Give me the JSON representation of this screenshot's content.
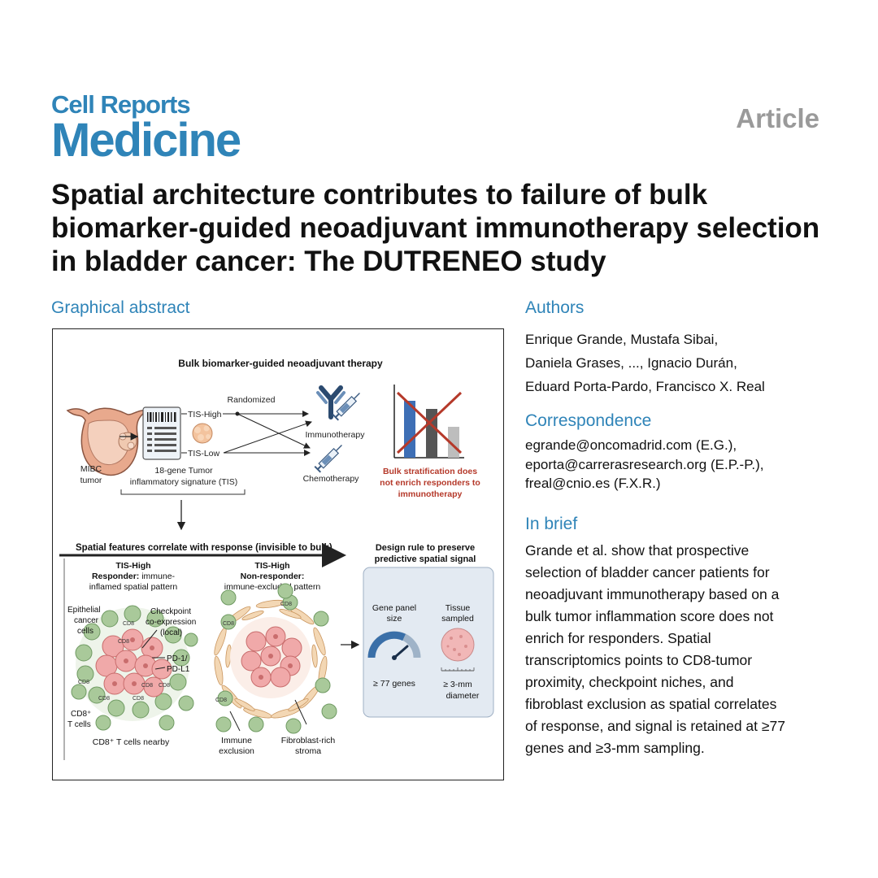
{
  "journal": {
    "line1": "Cell Reports",
    "line2": "Medicine"
  },
  "article_label": "Article",
  "title": "Spatial architecture contributes to failure of bulk biomarker-guided neoadjuvant immunotherapy selection in bladder cancer: The DUTRENEO study",
  "sections": {
    "graphical_abstract": "Graphical abstract",
    "authors": "Authors",
    "correspondence": "Correspondence",
    "in_brief": "In brief"
  },
  "authors": [
    "Enrique Grande, Mustafa Sibai,",
    "Daniela Grases, ..., Ignacio Durán,",
    "Eduard Porta-Pardo, Francisco X. Real"
  ],
  "correspondence": [
    "egrande@oncomadrid.com (E.G.),",
    "eporta@carrerasresearch.org (E.P.-P.),",
    "freal@cnio.es (F.X.R.)"
  ],
  "in_brief": [
    "Grande et al. show that prospective",
    "selection of bladder cancer patients for",
    "neoadjuvant immunotherapy based on a",
    "bulk tumor inflammation score does not",
    "enrich for responders. Spatial",
    "transcriptomics points to CD8-tumor",
    "proximity, checkpoint niches, and",
    "fibroblast exclusion as spatial correlates",
    "of response, and signal is retained at ≥77",
    "genes and ≥3-mm sampling."
  ],
  "abstract": {
    "top_title": "Bulk biomarker-guided neoadjuvant therapy",
    "randomized": "Randomized",
    "tis_high": "TIS-High",
    "tis_low": "TIS-Low",
    "immunotherapy": "Immunotherapy",
    "chemotherapy": "Chemotherapy",
    "mibc": [
      "MIBC",
      "tumor"
    ],
    "signature": [
      "18-gene Tumor",
      "inflammatory signature (TIS)"
    ],
    "bulk_result": [
      "Bulk stratification does",
      "not enrich responders to",
      "immunotherapy"
    ],
    "spatial_banner": "Spatial features correlate with response (invisible to bulk)",
    "design_rule": [
      "Design rule to preserve",
      "predictive spatial signal"
    ],
    "responder_head": "TIS-High",
    "responder_bold": "Responder:",
    "responder_rest": " immune-",
    "responder_line2": "inflamed spatial pattern",
    "nonresponder_head": "TIS-High",
    "nonresponder_bold": "Non-responder:",
    "nonresponder_line2": "immune-excluded pattern",
    "epithelial": [
      "Epithelial",
      "cancer",
      "cells"
    ],
    "checkpoint": [
      "Checkpoint",
      "co-expression",
      "(local)"
    ],
    "pd": [
      "PD-1/",
      "PD-L1"
    ],
    "cd8_tcells": [
      "CD8⁺",
      "T cells"
    ],
    "cd8_nearby": "CD8⁺ T cells nearby",
    "immune_exclusion": [
      "Immune",
      "exclusion"
    ],
    "fibroblast": [
      "Fibroblast-rich",
      "stroma"
    ],
    "cd8_tag": "CD8",
    "gene_panel": [
      "Gene panel",
      "size"
    ],
    "tissue_sampled": [
      "Tissue",
      "sampled"
    ],
    "genes_min": "≥ 77 genes",
    "diameter_min": [
      "≥ 3-mm",
      "diameter"
    ]
  },
  "colors": {
    "brand_blue": "#2f84b8",
    "result_red": "#b5392a",
    "bar_blue": "#3e6fb5",
    "bar_gray": "#555555"
  }
}
